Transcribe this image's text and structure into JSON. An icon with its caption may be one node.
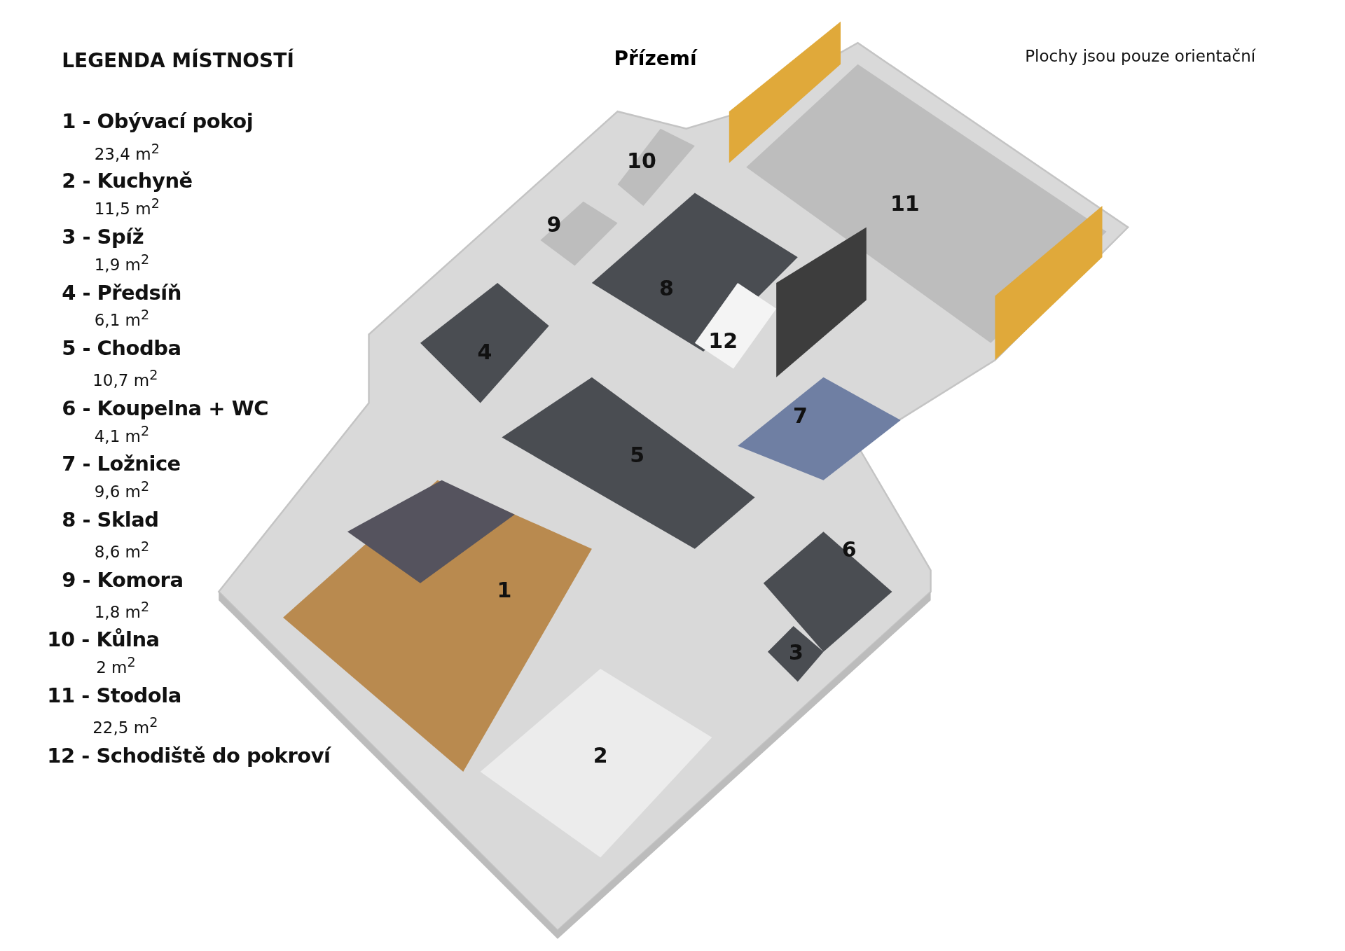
{
  "diagram": {
    "title": "Přízemí",
    "labels": [
      "LEGENDA MÍSTNOSTÍ",
      "Plochy jsou pouze orientační",
      "1 - Obývací pokoj",
      "23,4 m$^{2}$",
      "2 - Kuchyně",
      "11,5 m$^{2}$",
      "3 - Spíž",
      "1,9 m$^{2}$",
      "4 - Předsíň",
      "6,1 m$^{2}$",
      "5 - Chodba",
      "10,7 m$^{2}$",
      "6 - Koupelna + WC",
      "4,1 m$^{2}$",
      "7 - Ložnice",
      "9,6 m$^{2}$",
      "8 - Sklad",
      "8,6 m$^{2}$",
      "9 - Komora",
      "1,8 m$^{2}$",
      "10 - Kůlna",
      "2 m$^{2}$",
      "11 - Stodola",
      "22,5 m$^{2}$",
      "12 - Schodiště do pokroví",
      "1",
      "2",
      "3",
      "4",
      "5",
      "6",
      "7",
      "8",
      "9",
      "10",
      "11",
      "12"
    ]
  }
}
